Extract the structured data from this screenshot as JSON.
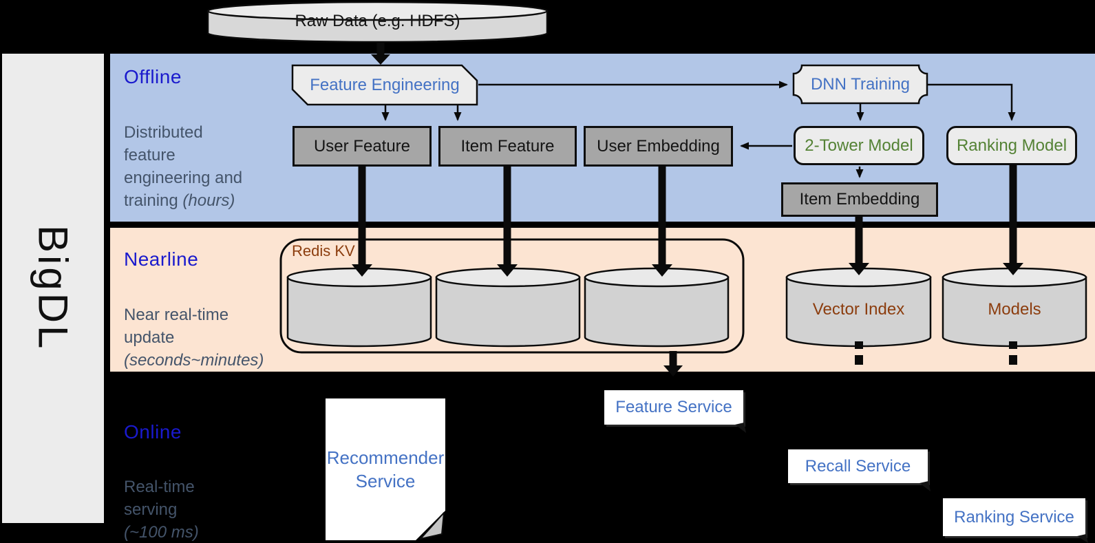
{
  "brand": {
    "label": "BigDL"
  },
  "datasource": {
    "label": "Raw Data (e.g. HDFS)"
  },
  "bands": {
    "offline": {
      "title": "Offline",
      "desc": "Distributed\nfeature\nengineering and\ntraining ",
      "desc_italic": "(hours)"
    },
    "nearline": {
      "title": "Nearline",
      "desc": "Near real-time\nupdate\n",
      "desc_italic": "(seconds~minutes)"
    },
    "online": {
      "title": "Online",
      "desc": "Real-time\nserving\n",
      "desc_italic": "(~100 ms)"
    }
  },
  "offline_nodes": {
    "feature_engineering": "Feature Engineering",
    "dnn_training": "DNN Training",
    "user_feature": "User Feature",
    "item_feature": "Item Feature",
    "user_embedding": "User Embedding",
    "two_tower_model": "2-Tower Model",
    "ranking_model": "Ranking Model",
    "item_embedding": "Item Embedding"
  },
  "nearline_nodes": {
    "redis_kv": "Redis KV",
    "vector_index": "Vector Index",
    "models": "Models"
  },
  "online_nodes": {
    "recommender_service": "Recommender\nService",
    "feature_service": "Feature Service",
    "recall_service": "Recall Service",
    "ranking_service": "Ranking Service"
  },
  "colors": {
    "background": "#000000",
    "sidebar_gray": "#ececec",
    "band_offline_blue": "#b2c6e7",
    "band_nearline_peach": "#fce4d2",
    "heading_blue": "#1a1acd",
    "desc_gray": "#44546a",
    "node_text_blue": "#4472c4",
    "node_text_green": "#548235",
    "db_text_brown": "#8c3d0e",
    "box_gray": "#a6a6a6",
    "cylinder_gray": "#d2d2d2"
  }
}
